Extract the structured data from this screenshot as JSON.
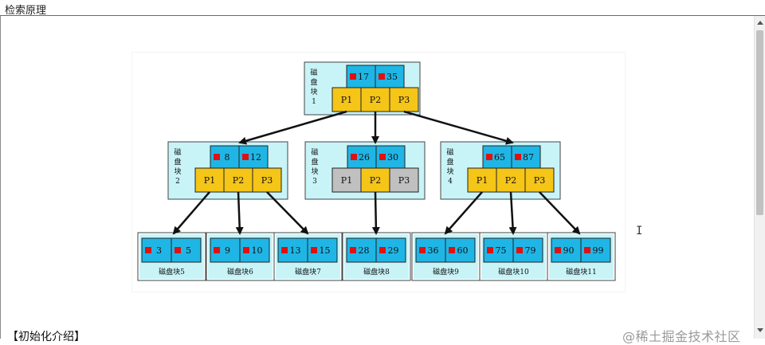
{
  "window": {
    "title": "检索原理"
  },
  "diagram": {
    "colors": {
      "disk_bg": "#c8f4f8",
      "key_cell": "#1fb6e6",
      "pointer_cell": "#f5c518",
      "pointer_null": "#c0c0c0",
      "marker": "#e01010",
      "border": "#222222",
      "arrow": "#111111"
    },
    "root": {
      "label": "磁盘块1",
      "keys": [
        "17",
        "35"
      ],
      "pointers": [
        "P1",
        "P2",
        "P3"
      ]
    },
    "middle": [
      {
        "label": "磁盘块2",
        "keys": [
          "8",
          "12"
        ],
        "pointers": [
          "P1",
          "P2",
          "P3"
        ],
        "null_pointers": []
      },
      {
        "label": "磁盘块3",
        "keys": [
          "26",
          "30"
        ],
        "pointers": [
          "P1",
          "P2",
          "P3"
        ],
        "null_pointers": [
          0,
          2
        ]
      },
      {
        "label": "磁盘块4",
        "keys": [
          "65",
          "87"
        ],
        "pointers": [
          "P1",
          "P2",
          "P3"
        ],
        "null_pointers": []
      }
    ],
    "leaves": [
      {
        "label": "磁盘块5",
        "keys": [
          "3",
          "5"
        ]
      },
      {
        "label": "磁盘块6",
        "keys": [
          "9",
          "10"
        ]
      },
      {
        "label": "磁盘块7",
        "keys": [
          "13",
          "15"
        ]
      },
      {
        "label": "磁盘块8",
        "keys": [
          "28",
          "29"
        ]
      },
      {
        "label": "磁盘块9",
        "keys": [
          "36",
          "60"
        ]
      },
      {
        "label": "磁盘块10",
        "keys": [
          "75",
          "79"
        ]
      },
      {
        "label": "磁盘块11",
        "keys": [
          "90",
          "99"
        ]
      }
    ]
  },
  "content": {
    "section_heading": "【初始化介绍】"
  },
  "watermark": "@稀土掘金技术社区",
  "icons": {
    "cursor": "text-cursor-icon",
    "scroll_up": "arrow-up-icon",
    "scroll_down": "arrow-down-icon"
  }
}
